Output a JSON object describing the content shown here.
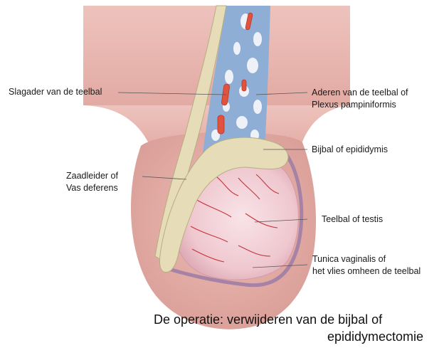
{
  "labels": {
    "slagader": "Slagader van de teelbal",
    "aderen": [
      "Aderen van de teelbal of",
      "Plexus pampiniformis"
    ],
    "bijbal": "Bijbal of epididymis",
    "zaadleider": [
      "Zaadleider of",
      "Vas deferens"
    ],
    "teelbal": "Teelbal of testis",
    "tunica": [
      "Tunica vaginalis of",
      "het vlies omheen de teelbal"
    ]
  },
  "caption": [
    "De operatie:  verwijderen van de bijbal of",
    "epididymectomie"
  ],
  "colors": {
    "skin": "#e7b4ae",
    "skin_dark": "#d49b95",
    "vein_blue": "#8eaed6",
    "artery_red": "#e0533f",
    "cord_beige": "#e6ddb8",
    "testis_pink": "#f1cfd6",
    "vessel_red": "#c8323c",
    "tunica_purple": "#a582a6"
  }
}
